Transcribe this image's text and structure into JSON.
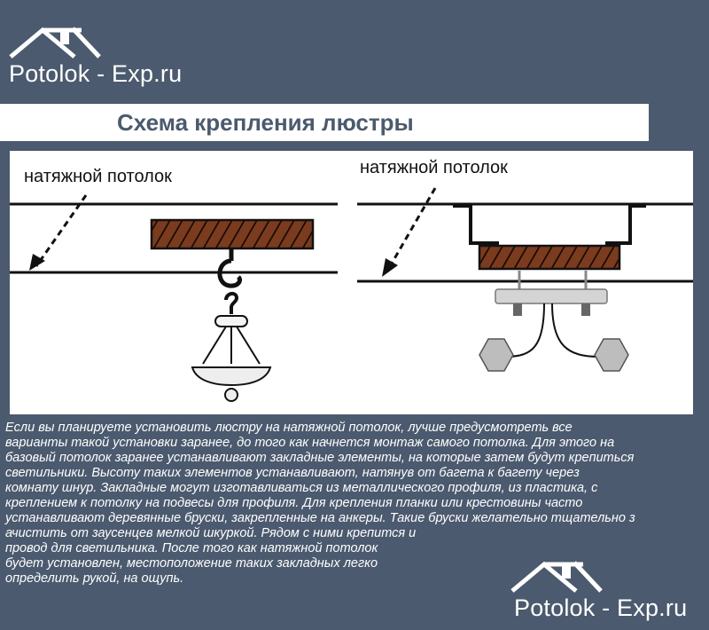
{
  "brand": {
    "name": "Potolok - Exp.ru",
    "icon": "house-roof-icon"
  },
  "title": "Схема крепления люстры",
  "diagram": {
    "left_label": "натяжной потолок",
    "right_label": "натяжной потолок"
  },
  "body_lines": [
    "Если вы планируете установить люстру на натяжной потолок, лучше предусмотреть все",
    "варианты такой установки заранее, до того как начнется монтаж самого потолка. Для этого на",
    "базовый потолок заранее устанавливают закладные элементы, на которые затем будут крепиться",
    "светильники. Высоту таких элементов устанавливают, натянув от багета к багету через",
    "комнату шнур. Закладные могут изготавливаться из металлического профиля, из пластика, с",
    "креплением к потолку на подвесы для профиля. Для крепления планки или крестовины часто",
    "устанавливают деревянные бруски, закрепленные на анкеры. Такие бруски желательно тщательно з",
    "ачистить от заусенцев мелкой шкуркой. Рядом с ними крепится и",
    "провод для светильника. После того как натяжной потолок",
    "будет установлен, местоположение таких закладных легко",
    "определить рукой, на ощупь."
  ],
  "colors": {
    "background": "#4b5a6e",
    "wood": "#7a3b1e",
    "title": "#4b5a6e"
  }
}
